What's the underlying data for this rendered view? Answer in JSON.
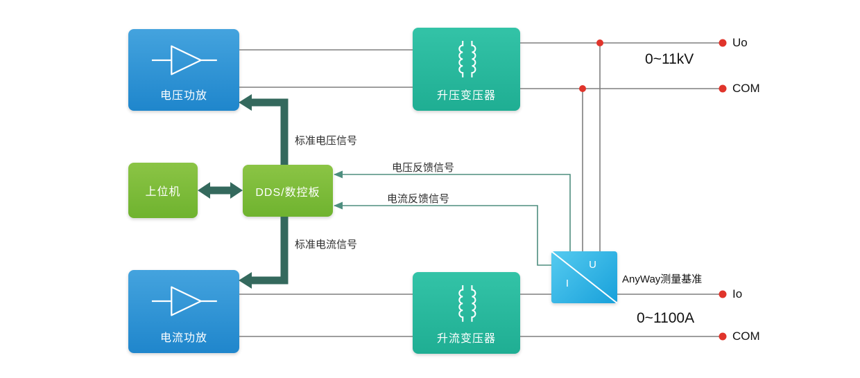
{
  "boxes": {
    "voltage_amp": {
      "label": "电压功放"
    },
    "current_amp": {
      "label": "电流功放"
    },
    "host": {
      "label": "上位机"
    },
    "dds": {
      "label": "DDS/数控板"
    },
    "stepup_voltage_transformer": {
      "label": "升压变压器"
    },
    "stepup_current_transformer": {
      "label": "升流变压器"
    },
    "meter": {
      "i_label": "I",
      "u_label": "U"
    }
  },
  "signals": {
    "std_voltage": "标准电压信号",
    "std_current": "标准电流信号",
    "voltage_feedback": "电压反馈信号",
    "current_feedback": "电流反馈信号"
  },
  "annotations": {
    "anyway_reference": "AnyWay测量基准",
    "voltage_range": "0~11kV",
    "current_range": "0~1100A"
  },
  "terminals": {
    "uo": "Uo",
    "com_top": "COM",
    "io": "Io",
    "com_bottom": "COM"
  },
  "colors": {
    "amp_blue": "#2b90d4",
    "transformer_teal": "#27b79c",
    "control_green": "#7cbd3e",
    "meter_cyan": "#29b1e4",
    "thick_arrow": "#34695d",
    "feedback_line": "#4e8e7f",
    "wire_gray": "#7f7f7f",
    "junction_red": "#e0342b",
    "text_dark": "#2d2d2d"
  }
}
